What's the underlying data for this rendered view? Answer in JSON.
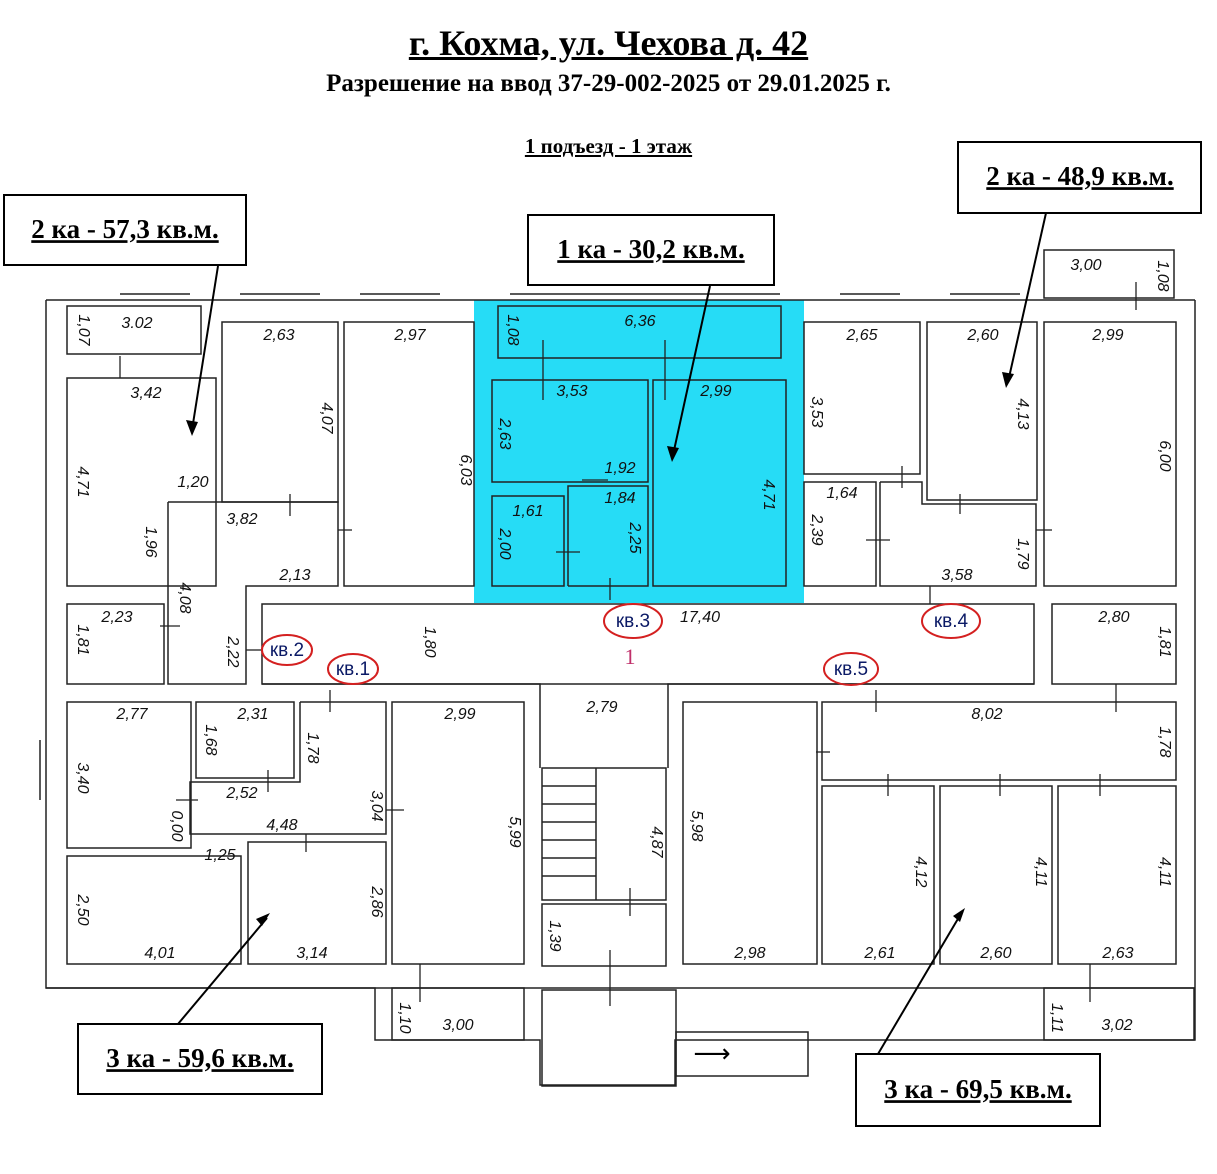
{
  "header": {
    "title": "г. Кохма, ул. Чехова д. 42",
    "permit": "Разрешение на ввод 37-29-002-2025 от 29.01.2025 г.",
    "floor": "1 подъезд - 1 этаж"
  },
  "colors": {
    "highlight": "#26dcf6",
    "marker": "#d42020",
    "label": "#0b1a66",
    "entrance": "#c0306a"
  },
  "callouts": {
    "a": "2 ка - 57,3 кв.м.",
    "b": "1 ка - 30,2 кв.м.",
    "c": "2 ка - 48,9 кв.м.",
    "d": "3 ка - 59,6 кв.м.",
    "e": "3 ка - 69,5 кв.м."
  },
  "apartments": {
    "kv1": "кв.1",
    "kv2": "кв.2",
    "kv3": "кв.3",
    "kv4": "кв.4",
    "kv5": "кв.5"
  },
  "entrance_number": "1",
  "dims": {
    "d302": "3.02",
    "d107": "1,07",
    "d342": "3,42",
    "d471a": "4,71",
    "d120": "1,20",
    "d196": "1,96",
    "d263a": "2,63",
    "d407": "4,07",
    "d382": "3,82",
    "d213": "2,13",
    "d297": "2,97",
    "d603": "6,03",
    "d223": "2,23",
    "d181a": "1,81",
    "d408": "4,08",
    "d222": "2,22",
    "d180": "1,80",
    "d636": "6,36",
    "d108a": "1,08",
    "d353a": "3,53",
    "d263b": "2,63",
    "d299a": "2,99",
    "d192": "1,92",
    "d184": "1,84",
    "d161": "1,61",
    "d200": "2,00",
    "d225": "2,25",
    "d471b": "4,71",
    "d1740": "17,40",
    "d265": "2,65",
    "d353b": "3,53",
    "d164": "1,64",
    "d239": "2,39",
    "d260a": "2,60",
    "d413": "4,13",
    "d358": "3,58",
    "d179": "1,79",
    "d300a": "3,00",
    "d108b": "1,08",
    "d299b": "2,99",
    "d600": "6,00",
    "d280": "2,80",
    "d181b": "1,81",
    "d277": "2,77",
    "d340": "3,40",
    "d231": "2,31",
    "d168": "1,68",
    "d178a": "1,78",
    "d252": "2,52",
    "d304": "3,04",
    "d000": "0,00",
    "d448": "4,48",
    "d125": "1,25",
    "d250": "2,50",
    "d401": "4,01",
    "d314": "3,14",
    "d286": "2,86",
    "d299c": "2,99",
    "d599": "5,99",
    "d110": "1,10",
    "d300b": "3,00",
    "d279": "2,79",
    "d487": "4,87",
    "d139": "1,39",
    "d598": "5,98",
    "d298": "2,98",
    "d802": "8,02",
    "d178b": "1,78",
    "d412": "4,12",
    "d261": "2,61",
    "d411a": "4,11",
    "d260b": "2,60",
    "d411b": "4,11",
    "d263c": "2,63",
    "d111": "1,11",
    "d302b": "3,02"
  },
  "arrow_glyph": "⟶"
}
